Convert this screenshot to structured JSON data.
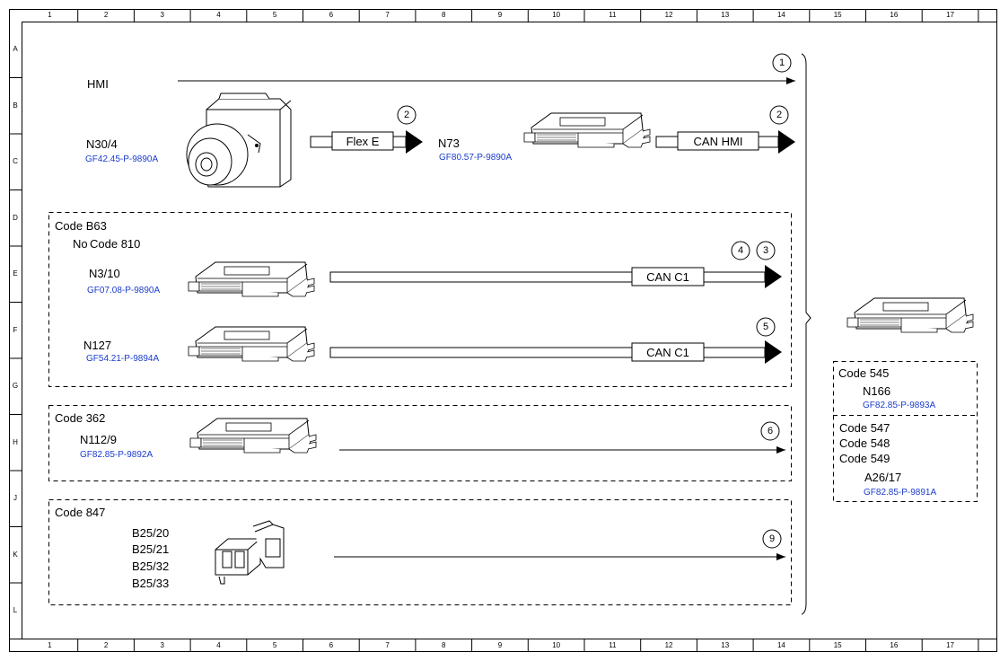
{
  "grid": {
    "columns": [
      "1",
      "2",
      "3",
      "4",
      "5",
      "6",
      "7",
      "8",
      "9",
      "10",
      "11",
      "12",
      "13",
      "14",
      "15",
      "16",
      "17"
    ],
    "rows": [
      "A",
      "B",
      "C",
      "D",
      "E",
      "F",
      "G",
      "H",
      "J",
      "K",
      "L"
    ]
  },
  "top": {
    "hmi": "HMI",
    "n30": {
      "name": "N30/4",
      "ref": "GF42.45-P-9890A"
    },
    "flex_label": "Flex E",
    "n73": {
      "name": "N73",
      "ref": "GF80.57-P-9890A"
    },
    "can_hmi_label": "CAN HMI",
    "markers": [
      "1",
      "2",
      "2"
    ]
  },
  "group_b63": {
    "code": "Code B63",
    "no": "No",
    "code810": "Code 810",
    "n3": {
      "name": "N3/10",
      "ref": "GF07.08-P-9890A"
    },
    "n127": {
      "name": "N127",
      "ref": "GF54.21-P-9894A"
    },
    "can_c1_a": "CAN C1",
    "can_c1_b": "CAN C1",
    "markers": [
      "4",
      "3",
      "5"
    ]
  },
  "group_362": {
    "code": "Code 362",
    "n112": {
      "name": "N112/9",
      "ref": "GF82.85-P-9892A"
    },
    "marker": "6"
  },
  "group_847": {
    "code": "Code 847",
    "sensors": [
      "B25/20",
      "B25/21",
      "B25/32",
      "B25/33"
    ],
    "marker": "9"
  },
  "right": {
    "code545": "Code 545",
    "n166": {
      "name": "N166",
      "ref": "GF82.85-P-9893A"
    },
    "codes": [
      "Code 547",
      "Code 548",
      "Code 549"
    ],
    "a26": {
      "name": "A26/17",
      "ref": "GF82.85-P-9891A"
    }
  },
  "colors": {
    "ref_text": "#1a3ccc",
    "line": "#000000"
  }
}
